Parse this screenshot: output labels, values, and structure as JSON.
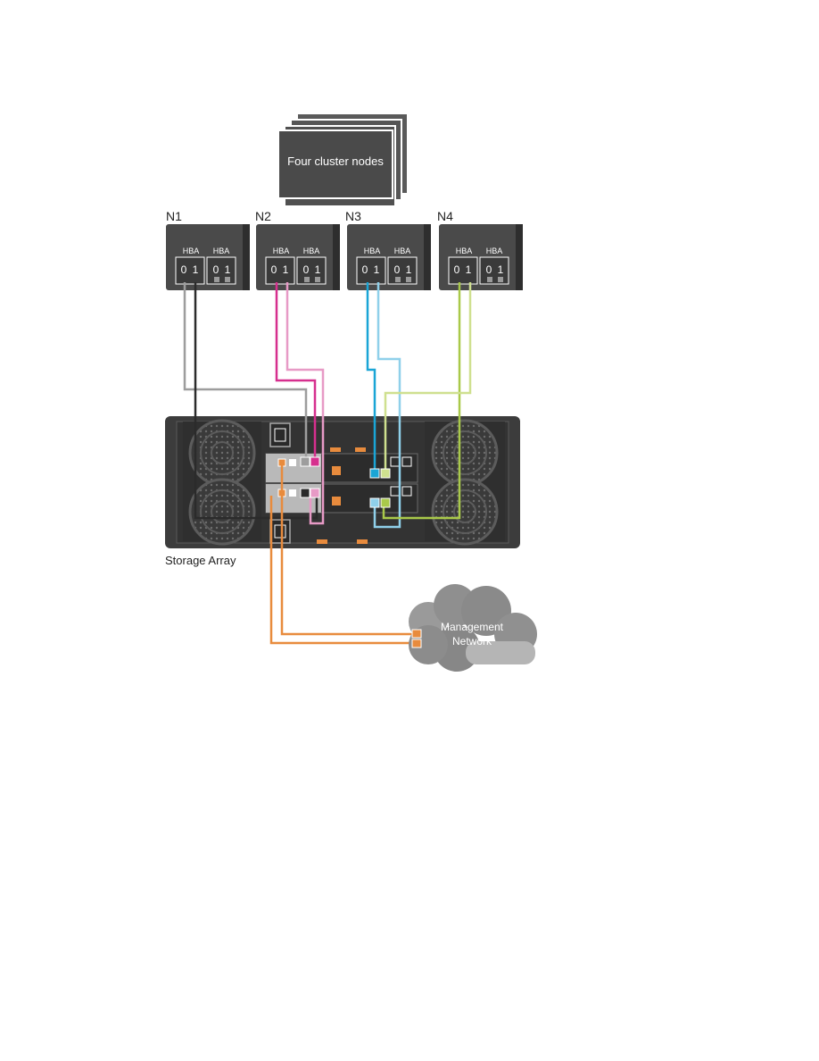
{
  "cluster": {
    "label": "Four cluster nodes"
  },
  "nodes": [
    {
      "name": "N1",
      "hba": [
        "HBA",
        "HBA"
      ],
      "ports": [
        "0",
        "1"
      ],
      "cable_colors": [
        "#9d9d9d",
        "#2b2b2b"
      ]
    },
    {
      "name": "N2",
      "hba": [
        "HBA",
        "HBA"
      ],
      "ports": [
        "0",
        "1"
      ],
      "cable_colors": [
        "#d62f8e",
        "#e79ac6"
      ]
    },
    {
      "name": "N3",
      "hba": [
        "HBA",
        "HBA"
      ],
      "ports": [
        "0",
        "1"
      ],
      "cable_colors": [
        "#1aa5d6",
        "#8fd0ea"
      ]
    },
    {
      "name": "N4",
      "hba": [
        "HBA",
        "HBA"
      ],
      "ports": [
        "0",
        "1"
      ],
      "cable_colors": [
        "#a9c94a",
        "#cfe08f"
      ]
    }
  ],
  "storage": {
    "label": "Storage Array"
  },
  "network": {
    "label_line1": "Management",
    "label_line2": "Network",
    "cable_color": "#e88b3d"
  },
  "colors": {
    "node_body": "#4a4a4a",
    "node_edge": "#2e2e2e",
    "array_body": "#3c3c3c",
    "cloud": "#8a8a8a"
  }
}
